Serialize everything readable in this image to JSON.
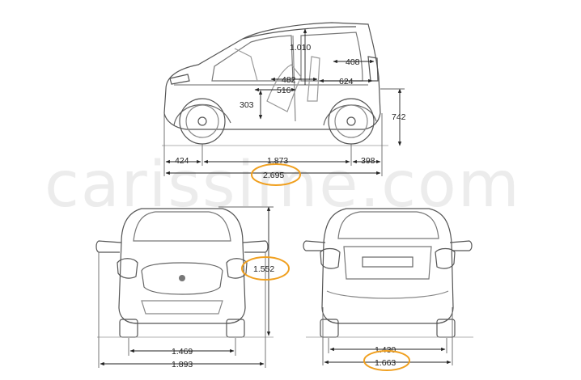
{
  "watermark": "carissime.com",
  "side_view": {
    "interior_height": "1.010",
    "rear_seat_to_tail": "408",
    "seat_length": "482",
    "rear_interior": "624",
    "pedal_to_seat": "516",
    "seat_height": "303",
    "loading_height": "742",
    "front_overhang": "424",
    "wheelbase": "1.873",
    "rear_overhang": "398",
    "overall_length": "2.695"
  },
  "front_view": {
    "height": "1.552",
    "front_track": "1.469",
    "width_with_mirrors": "1.893"
  },
  "rear_view": {
    "rear_track": "1.430",
    "width": "1.663"
  },
  "highlight_color": "#f0a020"
}
